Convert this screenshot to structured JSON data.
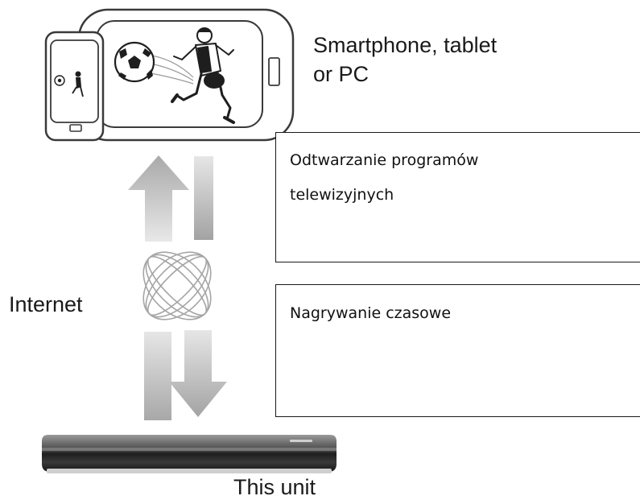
{
  "labels": {
    "devices": [
      "Smartphone, tablet",
      "or PC"
    ],
    "internet": "Internet",
    "unit": "This unit"
  },
  "boxes": {
    "tv_playback": [
      "Odtwarzanie programów",
      "telewizyjnych"
    ],
    "timer_recording": [
      "Nagrywanie czasowe"
    ]
  },
  "colors": {
    "arrow": "#b3b3b3",
    "outline": "#3a3a3a",
    "recorder": "#2e2e2e"
  }
}
